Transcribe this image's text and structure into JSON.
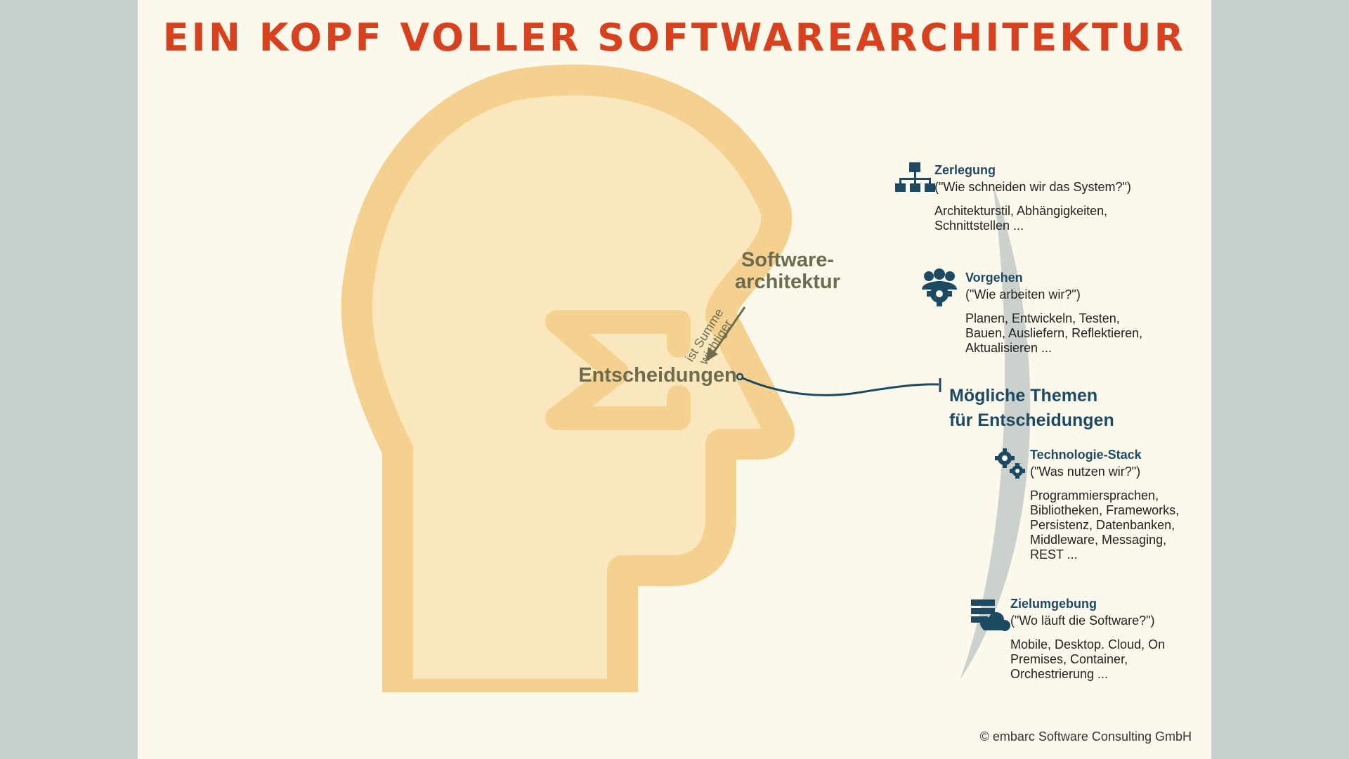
{
  "title": "EIN KOPF VOLLER SOFTWAREARCHITEKTUR",
  "center": {
    "softwarearchitektur_line1": "Software-",
    "softwarearchitektur_line2": "architektur",
    "relation_line1": "ist Summe",
    "relation_line2": "wichtiger",
    "entscheidungen": "Entscheidungen",
    "themes_line1": "Mögliche Themen",
    "themes_line2": "für Entscheidungen"
  },
  "topics": [
    {
      "title": "Zerlegung",
      "question": "(\"Wie schneiden wir das System?\")",
      "details": [
        "Architekturstil, Abhängigkeiten,",
        "Schnittstellen ..."
      ],
      "icon": "hierarchy-icon"
    },
    {
      "title": "Vorgehen",
      "question": "(\"Wie arbeiten wir?\")",
      "details": [
        "Planen, Entwickeln, Testen,",
        "Bauen, Ausliefern, Reflektieren,",
        "Aktualisieren ..."
      ],
      "icon": "team-gear-icon"
    },
    {
      "title": "Technologie-Stack",
      "question": "(\"Was nutzen wir?\")",
      "details": [
        "Programmiersprachen,",
        "Bibliotheken, Frameworks,",
        "Persistenz, Datenbanken,",
        "Middleware, Messaging,",
        "REST ..."
      ],
      "icon": "gears-icon"
    },
    {
      "title": "Zielumgebung",
      "question": "(\"Wo läuft die Software?\")",
      "details": [
        "Mobile, Desktop. Cloud, On",
        "Premises, Container,",
        "Orchestrierung ..."
      ],
      "icon": "server-cloud-icon"
    }
  ],
  "copyright": "© embarc Software Consulting GmbH",
  "colors": {
    "title": "#d9411e",
    "head_outline": "#f5d190",
    "head_fill": "#fbe7bd",
    "text_dark": "#1d4a63",
    "text_olive": "#6d6c4e",
    "arc": "#c5ccc9"
  }
}
